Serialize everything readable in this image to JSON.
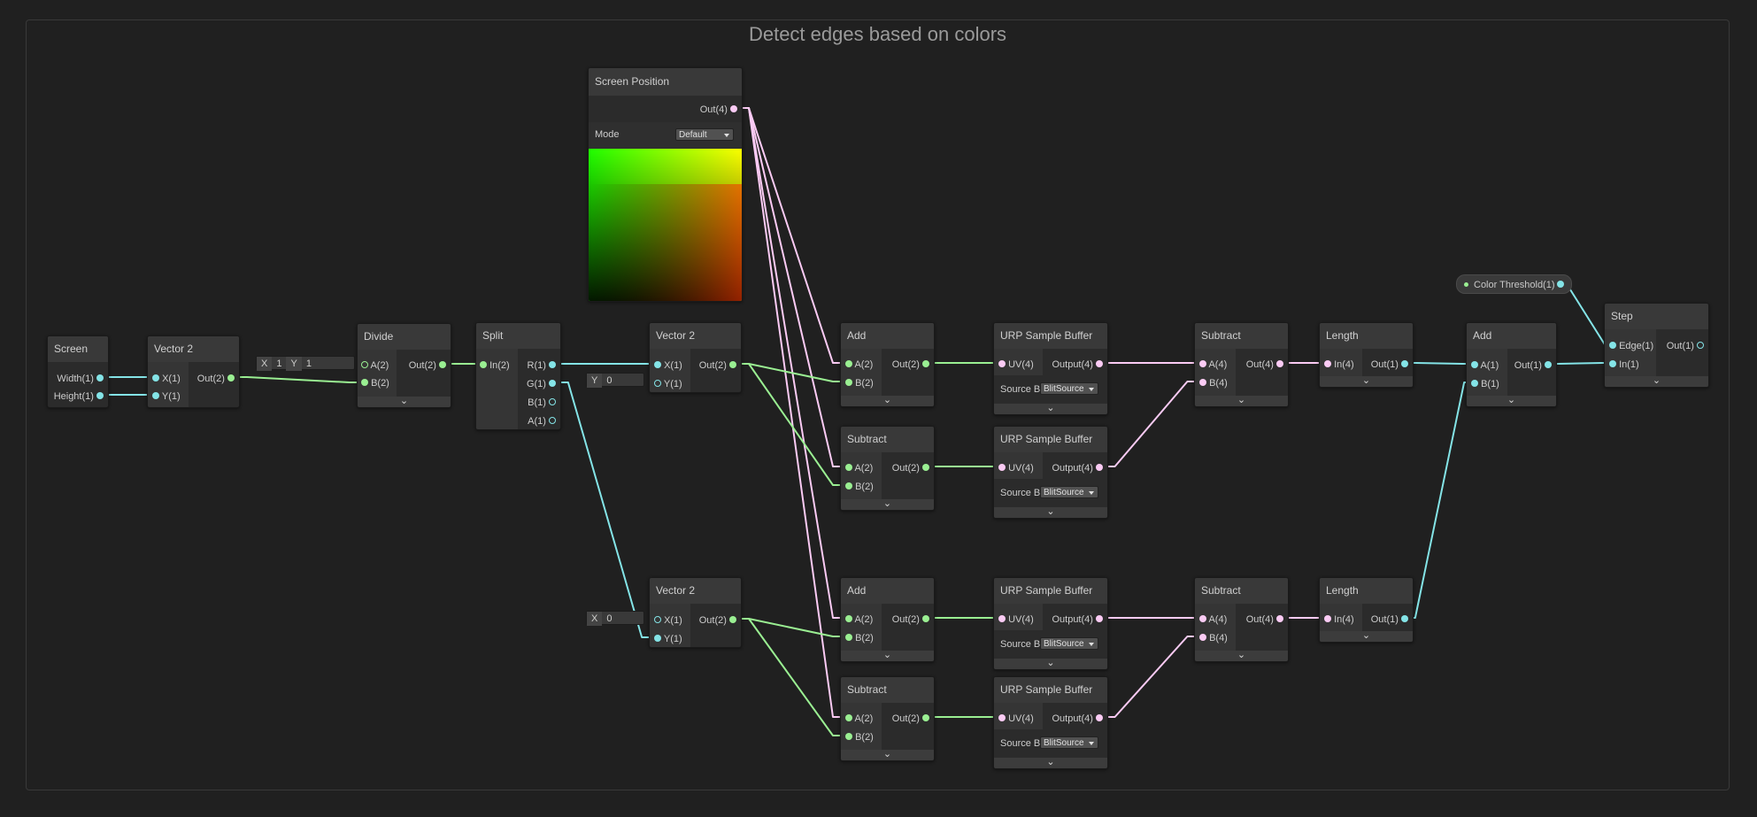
{
  "graph_title": "Detect edges based on colors",
  "colors": {
    "float_port": "#84e4e7",
    "vec2_port": "#9aef92",
    "vec4_port": "#fbcbf4",
    "wire_float": "#84e4e7",
    "wire_vec2": "#9aef92",
    "wire_vec4": "#fbcbf4"
  },
  "nodes": {
    "screen": {
      "title": "Screen",
      "outputs": [
        "Width(1)",
        "Height(1)"
      ]
    },
    "vector2_a": {
      "title": "Vector 2",
      "inputs": [
        "X(1)",
        "Y(1)"
      ],
      "outputs": [
        "Out(2)"
      ]
    },
    "divide": {
      "title": "Divide",
      "inputs": [
        "A(2)",
        "B(2)"
      ],
      "outputs": [
        "Out(2)"
      ],
      "inline": {
        "x_label": "X",
        "x_value": "1",
        "y_label": "Y",
        "y_value": "1"
      }
    },
    "split": {
      "title": "Split",
      "inputs": [
        "In(2)"
      ],
      "outputs": [
        "R(1)",
        "G(1)",
        "B(1)",
        "A(1)"
      ]
    },
    "screen_position": {
      "title": "Screen Position",
      "outputs": [
        "Out(4)"
      ],
      "mode_label": "Mode",
      "mode_value": "Default"
    },
    "vector2_b": {
      "title": "Vector 2",
      "inputs": [
        "X(1)",
        "Y(1)"
      ],
      "outputs": [
        "Out(2)"
      ],
      "inline": {
        "label": "Y",
        "value": "0"
      }
    },
    "vector2_c": {
      "title": "Vector 2",
      "inputs": [
        "X(1)",
        "Y(1)"
      ],
      "outputs": [
        "Out(2)"
      ],
      "inline": {
        "label": "X",
        "value": "0"
      }
    },
    "add_1": {
      "title": "Add",
      "inputs": [
        "A(2)",
        "B(2)"
      ],
      "outputs": [
        "Out(2)"
      ]
    },
    "subtract_1": {
      "title": "Subtract",
      "inputs": [
        "A(2)",
        "B(2)"
      ],
      "outputs": [
        "Out(2)"
      ]
    },
    "add_2": {
      "title": "Add",
      "inputs": [
        "A(2)",
        "B(2)"
      ],
      "outputs": [
        "Out(2)"
      ]
    },
    "subtract_2": {
      "title": "Subtract",
      "inputs": [
        "A(2)",
        "B(2)"
      ],
      "outputs": [
        "Out(2)"
      ]
    },
    "urp_1": {
      "title": "URP Sample Buffer",
      "inputs": [
        "UV(4)"
      ],
      "outputs": [
        "Output(4)"
      ],
      "prop_label": "Source Bu",
      "prop_value": "BlitSource"
    },
    "urp_2": {
      "title": "URP Sample Buffer",
      "inputs": [
        "UV(4)"
      ],
      "outputs": [
        "Output(4)"
      ],
      "prop_label": "Source Bu",
      "prop_value": "BlitSource"
    },
    "urp_3": {
      "title": "URP Sample Buffer",
      "inputs": [
        "UV(4)"
      ],
      "outputs": [
        "Output(4)"
      ],
      "prop_label": "Source Bu",
      "prop_value": "BlitSource"
    },
    "urp_4": {
      "title": "URP Sample Buffer",
      "inputs": [
        "UV(4)"
      ],
      "outputs": [
        "Output(4)"
      ],
      "prop_label": "Source Bu",
      "prop_value": "BlitSource"
    },
    "subtract_3": {
      "title": "Subtract",
      "inputs": [
        "A(4)",
        "B(4)"
      ],
      "outputs": [
        "Out(4)"
      ]
    },
    "subtract_4": {
      "title": "Subtract",
      "inputs": [
        "A(4)",
        "B(4)"
      ],
      "outputs": [
        "Out(4)"
      ]
    },
    "length_1": {
      "title": "Length",
      "inputs": [
        "In(4)"
      ],
      "outputs": [
        "Out(1)"
      ]
    },
    "length_2": {
      "title": "Length",
      "inputs": [
        "In(4)"
      ],
      "outputs": [
        "Out(1)"
      ]
    },
    "add_3": {
      "title": "Add",
      "inputs": [
        "A(1)",
        "B(1)"
      ],
      "outputs": [
        "Out(1)"
      ]
    },
    "color_threshold": {
      "label": "Color Threshold(1)"
    },
    "step": {
      "title": "Step",
      "inputs": [
        "Edge(1)",
        "In(1)"
      ],
      "outputs": [
        "Out(1)"
      ]
    }
  },
  "wires": [
    {
      "from": "screen.Width(1)",
      "to": "vector2_a.X(1)",
      "type": "float"
    },
    {
      "from": "screen.Height(1)",
      "to": "vector2_a.Y(1)",
      "type": "float"
    },
    {
      "from": "vector2_a.Out(2)",
      "to": "divide.B(2)",
      "type": "vec2"
    },
    {
      "from": "divide.Out(2)",
      "to": "split.In(2)",
      "type": "vec2"
    },
    {
      "from": "split.R(1)",
      "to": "vector2_b.X(1)",
      "type": "float"
    },
    {
      "from": "split.G(1)",
      "to": "vector2_c.Y(1)",
      "type": "float"
    },
    {
      "from": "screen_position.Out(4)",
      "to": "add_1.A(2)",
      "type": "vec4"
    },
    {
      "from": "screen_position.Out(4)",
      "to": "subtract_1.A(2)",
      "type": "vec4"
    },
    {
      "from": "screen_position.Out(4)",
      "to": "add_2.A(2)",
      "type": "vec4"
    },
    {
      "from": "screen_position.Out(4)",
      "to": "subtract_2.A(2)",
      "type": "vec4"
    },
    {
      "from": "vector2_b.Out(2)",
      "to": "add_1.B(2)",
      "type": "vec2"
    },
    {
      "from": "vector2_b.Out(2)",
      "to": "subtract_1.B(2)",
      "type": "vec2"
    },
    {
      "from": "vector2_c.Out(2)",
      "to": "add_2.B(2)",
      "type": "vec2"
    },
    {
      "from": "vector2_c.Out(2)",
      "to": "subtract_2.B(2)",
      "type": "vec2"
    },
    {
      "from": "add_1.Out(2)",
      "to": "urp_1.UV(4)",
      "type": "vec2"
    },
    {
      "from": "subtract_1.Out(2)",
      "to": "urp_2.UV(4)",
      "type": "vec2"
    },
    {
      "from": "add_2.Out(2)",
      "to": "urp_3.UV(4)",
      "type": "vec2"
    },
    {
      "from": "subtract_2.Out(2)",
      "to": "urp_4.UV(4)",
      "type": "vec2"
    },
    {
      "from": "urp_1.Output(4)",
      "to": "subtract_3.A(4)",
      "type": "vec4"
    },
    {
      "from": "urp_2.Output(4)",
      "to": "subtract_3.B(4)",
      "type": "vec4"
    },
    {
      "from": "urp_3.Output(4)",
      "to": "subtract_4.A(4)",
      "type": "vec4"
    },
    {
      "from": "urp_4.Output(4)",
      "to": "subtract_4.B(4)",
      "type": "vec4"
    },
    {
      "from": "subtract_3.Out(4)",
      "to": "length_1.In(4)",
      "type": "vec4"
    },
    {
      "from": "subtract_4.Out(4)",
      "to": "length_2.In(4)",
      "type": "vec4"
    },
    {
      "from": "length_1.Out(1)",
      "to": "add_3.A(1)",
      "type": "float"
    },
    {
      "from": "length_2.Out(1)",
      "to": "add_3.B(1)",
      "type": "float"
    },
    {
      "from": "color_threshold",
      "to": "step.Edge(1)",
      "type": "float"
    },
    {
      "from": "add_3.Out(1)",
      "to": "step.In(1)",
      "type": "float"
    }
  ]
}
